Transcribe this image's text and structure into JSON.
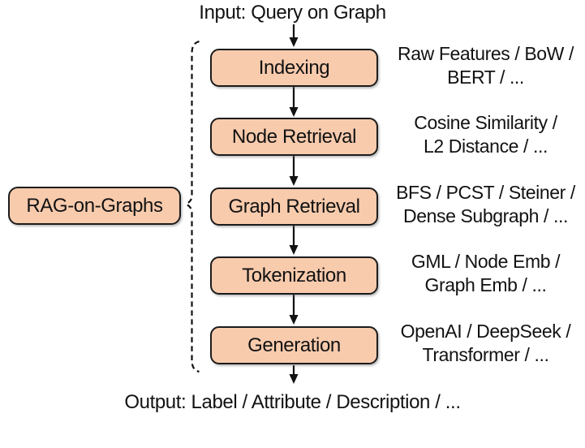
{
  "diagram": {
    "input_label": "Input: Query on Graph",
    "output_label": "Output: Label / Attribute / Description / ...",
    "side_box_label": "RAG-on-Graphs",
    "stages": [
      {
        "label": "Indexing",
        "methods": [
          "Raw Features / BoW /",
          "BERT / ..."
        ]
      },
      {
        "label": "Node Retrieval",
        "methods": [
          "Cosine Similarity /",
          "L2 Distance / ..."
        ]
      },
      {
        "label": "Graph Retrieval",
        "methods": [
          "BFS / PCST / Steiner /",
          "Dense Subgraph / ..."
        ]
      },
      {
        "label": "Tokenization",
        "methods": [
          "GML / Node Emb /",
          "Graph Emb / ..."
        ]
      },
      {
        "label": "Generation",
        "methods": [
          "OpenAI / DeepSeek /",
          "Transformer / ..."
        ]
      }
    ],
    "colors": {
      "box_fill": "#F8CBAD",
      "box_border": "#1C1C1C",
      "text": "#121212",
      "background": "#FFFFFF"
    }
  }
}
